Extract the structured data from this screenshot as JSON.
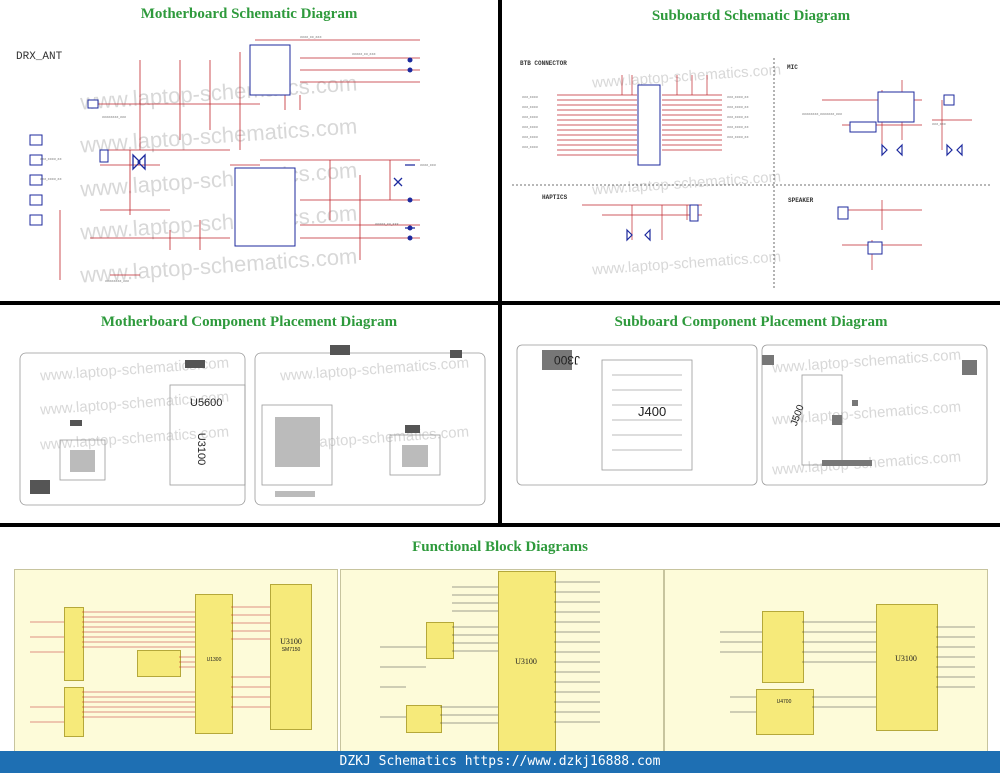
{
  "panels": {
    "motherboard_schematic": {
      "title": "Motherboard Schematic Diagram",
      "label": "DRX_ANT"
    },
    "subboard_schematic": {
      "title": "Subboartd Schematic Diagram",
      "sections": {
        "btb": "BTB CONNECTOR",
        "mic": "MIC",
        "haptics": "HAPTICS",
        "speaker": "SPEAKER"
      }
    },
    "motherboard_placement": {
      "title": "Motherboard Component Placement Diagram",
      "chips": {
        "u5600": "U5600",
        "u3100": "U3100"
      }
    },
    "subboard_placement": {
      "title": "Subboard Component Placement Diagram",
      "chips": {
        "j300": "J300",
        "j400": "J400",
        "j500": "J500"
      }
    },
    "block_diagrams": {
      "title": "Functional Block Diagrams",
      "chips": {
        "u3100_a": "U3100",
        "u3100_a_sub": "SM7150",
        "u1300": "U1300",
        "u3100_b": "U3100",
        "u3100_c": "U3100",
        "u4700": "U4700"
      }
    }
  },
  "watermark": "www.laptop-schematics.com",
  "footer": "DZKJ Schematics https://www.dzkj16888.com",
  "colors": {
    "title": "#2e9a3c",
    "footer_bg": "#1e6fb3",
    "wire": "#c0262d",
    "chip": "#f6ea7a"
  }
}
